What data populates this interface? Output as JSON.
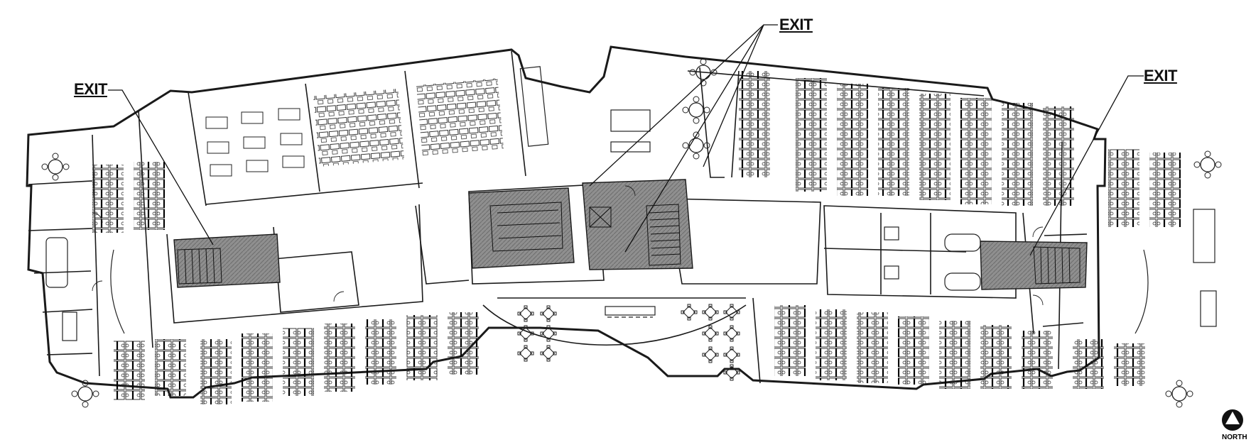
{
  "labels": {
    "exit_top": "EXIT",
    "exit_left": "EXIT",
    "exit_right": "EXIT",
    "north": "NORTH"
  },
  "colors": {
    "wall": "#1a1a1a",
    "furniture": "#222222",
    "core_shade": "#8c8c8c",
    "paper": "#ffffff"
  },
  "icons": {
    "north_arrow": "north-arrow-icon"
  }
}
